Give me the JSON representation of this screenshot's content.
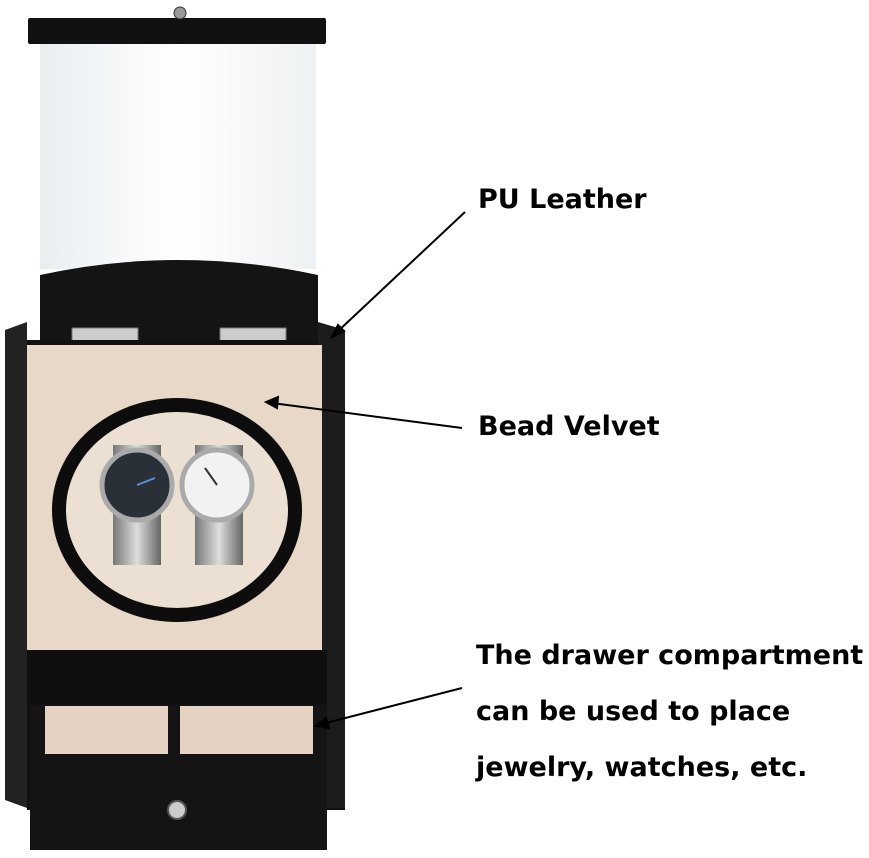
{
  "labels": {
    "pu_leather": "PU Leather",
    "bead_velvet": "Bead Velvet",
    "drawer_lines": [
      "The drawer compartment",
      "can be used to place",
      "jewelry, watches, etc."
    ]
  },
  "colors": {
    "box": "#111111",
    "velvet": "#e8d8c8",
    "glass": "#f2f4f5"
  }
}
